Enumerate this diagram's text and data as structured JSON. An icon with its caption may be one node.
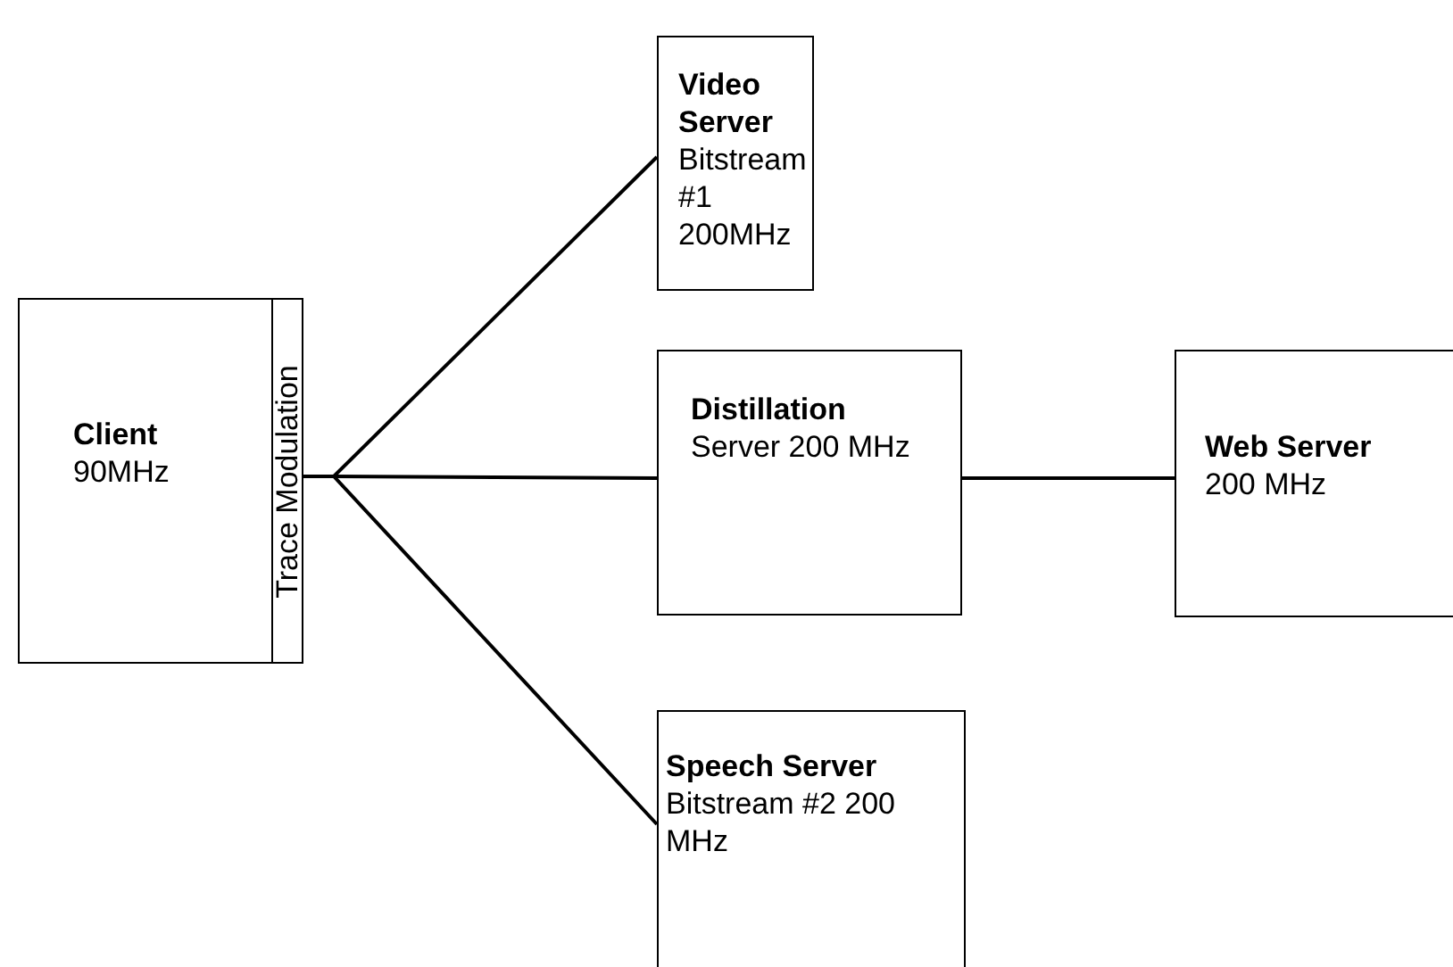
{
  "diagram": {
    "nodes": [
      {
        "text": [
          "Client",
          "90MHz"
        ]
      },
      {
        "text": [
          "Trace Modulation"
        ],
        "in": 0
      },
      {
        "text": [
          "Video Server",
          "Bitstream #1 200MHz"
        ]
      },
      {
        "text": [
          "Distillation",
          "Server 200 MHz"
        ]
      },
      {
        "text": [
          "Web Server",
          "200 MHz"
        ]
      },
      {
        "text": [
          "Speech Server",
          "Bitstream #2 200 MHz"
        ]
      }
    ],
    "edges": [
      {
        "from": 1,
        "to": 2,
        "arrow": "none"
      },
      {
        "from": 1,
        "to": 3,
        "arrow": "none"
      },
      {
        "from": 1,
        "to": 5,
        "arrow": "none"
      },
      {
        "from": 3,
        "to": 4,
        "arrow": "none"
      }
    ]
  }
}
